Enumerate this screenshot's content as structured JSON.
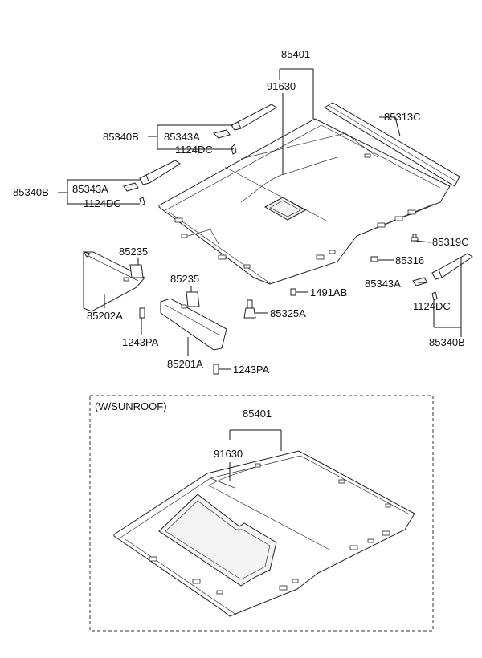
{
  "main_diagram": {
    "labels": {
      "headlining": "85401",
      "wiring": "91630",
      "roof_trim": "85313C",
      "grip_left_rear": "85340B",
      "grip_left_rear_cap": "85343A",
      "grip_left_rear_screw": "1124DC",
      "grip_left_front": "85340B",
      "grip_left_front_cap": "85343A",
      "grip_left_front_screw": "1124DC",
      "clip_85319c": "85319C",
      "clip_85316": "85316",
      "grip_right_cap": "85343A",
      "grip_right_screw": "1124DC",
      "grip_right": "85340B",
      "clip_1491ab": "1491AB",
      "clip_85325a": "85325A",
      "visor_holder_left": "85235",
      "visor_left": "85202A",
      "visor_left_screw": "1243PA",
      "visor_holder_right": "85235",
      "visor_right": "85201A",
      "visor_right_screw": "1243PA"
    }
  },
  "sunroof_diagram": {
    "title": "(W/SUNROOF)",
    "labels": {
      "headlining": "85401",
      "wiring": "91630"
    }
  }
}
